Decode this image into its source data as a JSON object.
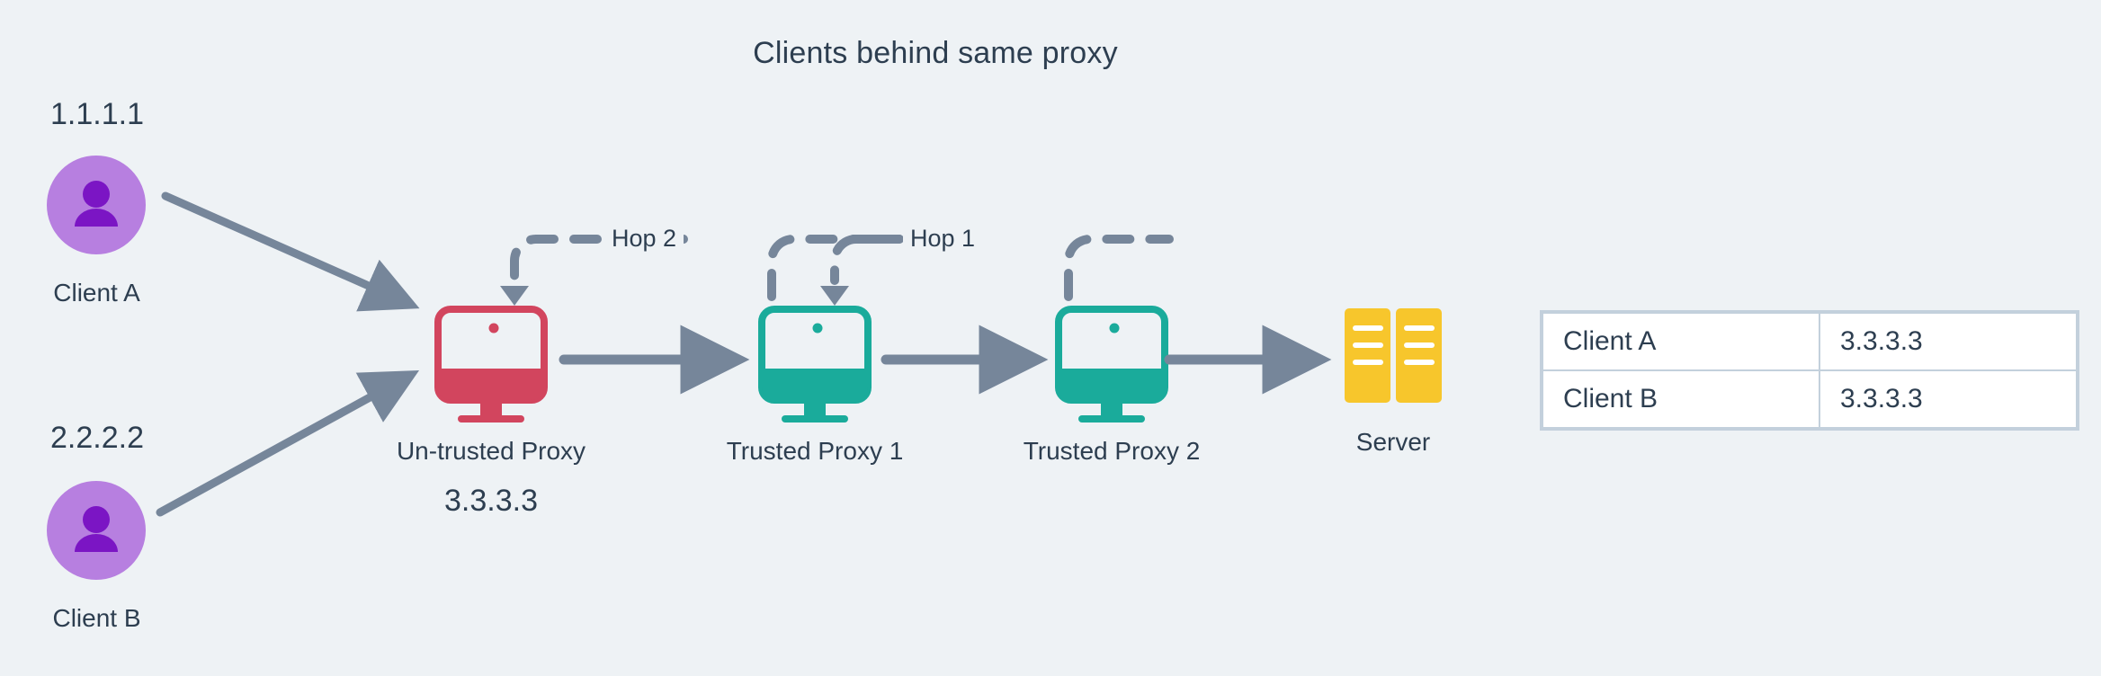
{
  "title": "Clients behind same proxy",
  "colors": {
    "background": "#eef2f5",
    "text": "#2d3e50",
    "arrow": "#76869a",
    "untrusted_proxy": "#d2455e",
    "trusted_proxy": "#1aab9b",
    "server": "#f7c62c",
    "avatar_circle": "#b77fe0",
    "avatar_glyph": "#7b15c4",
    "table_border": "#c3d0dc",
    "table_cell": "#ffffff"
  },
  "clients": [
    {
      "ip": "1.1.1.1",
      "label": "Client A",
      "icon": "user-icon"
    },
    {
      "ip": "2.2.2.2",
      "label": "Client B",
      "icon": "user-icon"
    }
  ],
  "nodes": [
    {
      "id": "untrusted-proxy",
      "label": "Un-trusted Proxy",
      "ip": "3.3.3.3",
      "icon": "monitor-icon",
      "trust": "untrusted"
    },
    {
      "id": "trusted-proxy-1",
      "label": "Trusted Proxy 1",
      "ip": "",
      "icon": "monitor-icon",
      "trust": "trusted"
    },
    {
      "id": "trusted-proxy-2",
      "label": "Trusted Proxy 2",
      "ip": "",
      "icon": "monitor-icon",
      "trust": "trusted"
    },
    {
      "id": "server",
      "label": "Server",
      "ip": "",
      "icon": "server-icon",
      "trust": "server"
    }
  ],
  "hops": [
    {
      "id": "hop-2",
      "label": "Hop 2",
      "from": "trusted-proxy-1",
      "to": "untrusted-proxy"
    },
    {
      "id": "hop-1",
      "label": "Hop 1",
      "from": "trusted-proxy-2",
      "to": "trusted-proxy-1"
    }
  ],
  "table": {
    "rows": [
      {
        "client": "Client A",
        "ip": "3.3.3.3"
      },
      {
        "client": "Client B",
        "ip": "3.3.3.3"
      }
    ]
  }
}
